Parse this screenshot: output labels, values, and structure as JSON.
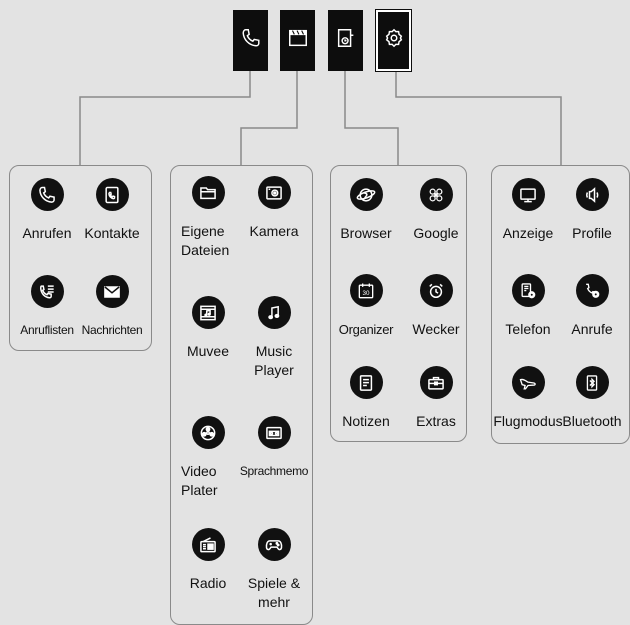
{
  "tabs": [
    {
      "name": "phone-tab",
      "icon": "phone-icon"
    },
    {
      "name": "multimedia-tab",
      "icon": "clapperboard-icon"
    },
    {
      "name": "utilities-tab",
      "icon": "notepad-icon"
    },
    {
      "name": "settings-tab",
      "icon": "gear-icon",
      "active": true
    }
  ],
  "panels": {
    "communication": {
      "items": [
        {
          "label": "Anrufen",
          "icon": "phone-icon"
        },
        {
          "label": "Kontakte",
          "icon": "contacts-icon"
        },
        {
          "label": "Anruflisten",
          "icon": "call-log-icon"
        },
        {
          "label": "Nachrichten",
          "icon": "envelope-icon"
        }
      ]
    },
    "multimedia": {
      "items": [
        {
          "label": "Eigene Dateien",
          "icon": "folder-icon"
        },
        {
          "label": "Kamera",
          "icon": "camera-icon"
        },
        {
          "label": "Muvee",
          "icon": "film-music-icon"
        },
        {
          "label": "Music Player",
          "icon": "music-note-icon"
        },
        {
          "label": "Video Plater",
          "icon": "film-reel-icon"
        },
        {
          "label": "Sprachmemo",
          "icon": "cassette-icon"
        },
        {
          "label": "Radio",
          "icon": "radio-icon"
        },
        {
          "label": "Spiele & mehr",
          "icon": "gamepad-icon"
        }
      ]
    },
    "utilities": {
      "items": [
        {
          "label": "Browser",
          "icon": "globe-icon"
        },
        {
          "label": "Google",
          "icon": "google-icon"
        },
        {
          "label": "Organizer",
          "icon": "calendar-icon",
          "calendar_day": "30"
        },
        {
          "label": "Wecker",
          "icon": "alarm-clock-icon"
        },
        {
          "label": "Notizen",
          "icon": "memo-icon"
        },
        {
          "label": "Extras",
          "icon": "toolbox-icon"
        }
      ]
    },
    "settings": {
      "items": [
        {
          "label": "Anzeige",
          "icon": "display-icon"
        },
        {
          "label": "Profile",
          "icon": "speaker-profile-icon"
        },
        {
          "label": "Telefon",
          "icon": "phone-settings-icon"
        },
        {
          "label": "Anrufe",
          "icon": "call-settings-icon"
        },
        {
          "label": "Flugmodus",
          "icon": "airplane-icon"
        },
        {
          "label": "Bluetooth",
          "icon": "bluetooth-icon"
        }
      ]
    }
  },
  "colors": {
    "background": "#e3e3e3",
    "tab": "#0d0d0d",
    "icon_circle": "#111111",
    "line": "#8a8a8a"
  }
}
